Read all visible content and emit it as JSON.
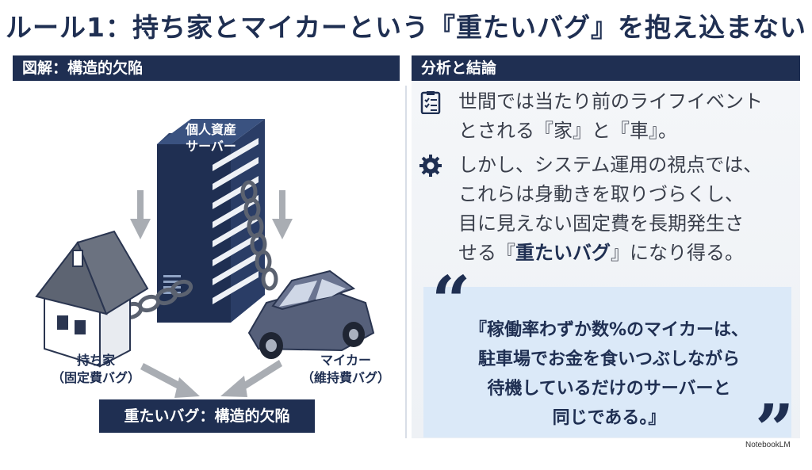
{
  "title": "ルール1：持ち家とマイカーという『重たいバグ』を抱え込まない",
  "left_section": {
    "heading": "図解：構造的欠陥",
    "server_label_line1": "個人資産",
    "server_label_line2": "サーバー",
    "house_label_line1": "持ち家",
    "house_label_line2": "（固定費バグ）",
    "car_label_line1": "マイカー",
    "car_label_line2": "（維持費バグ）",
    "result_label": "重たいバグ：構造的欠陥"
  },
  "right_section": {
    "heading": "分析と結論",
    "point1": {
      "icon": "checklist-icon",
      "line1": "世間では当たり前のライフイベント",
      "line2": "とされる『家』と『車』。"
    },
    "point2": {
      "icon": "gear-icon",
      "line1": "しかし、システム運用の視点では、",
      "line2": "これらは身動きを取りづらくし、",
      "line3": "目に見えない固定費を長期発生さ",
      "line4_prefix": "せる『",
      "line4_emphasis": "重たいバグ",
      "line4_suffix": "』になり得る。"
    },
    "quote": {
      "line1": "『稼働率わずか数%のマイカーは、",
      "line2": "駐車場でお金を食いつぶしながら",
      "line3": "待機しているだけのサーバーと",
      "line4": "同じである。』"
    }
  },
  "brand": "NotebookLM",
  "colors": {
    "navy": "#1f2f52",
    "quote_bg": "#dbe9f8",
    "arrow_gray": "#a9adb3"
  }
}
